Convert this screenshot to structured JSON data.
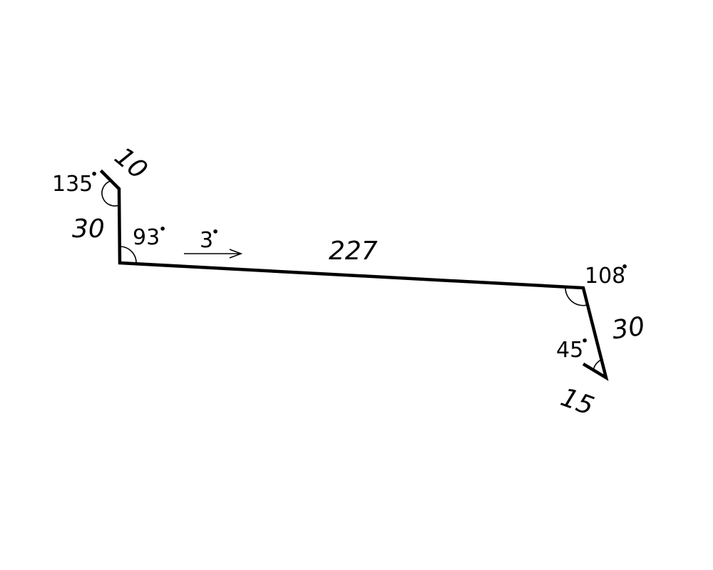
{
  "diagram": {
    "segments": {
      "top_flange": "10",
      "left_wall": "30",
      "main_span": "227",
      "right_wall": "30",
      "bottom_flange": "15"
    },
    "angles": {
      "top_bend": "135",
      "left_corner": "93",
      "slope": "3",
      "right_corner": "108",
      "bottom_bend": "45"
    },
    "degree_symbol": "•"
  }
}
